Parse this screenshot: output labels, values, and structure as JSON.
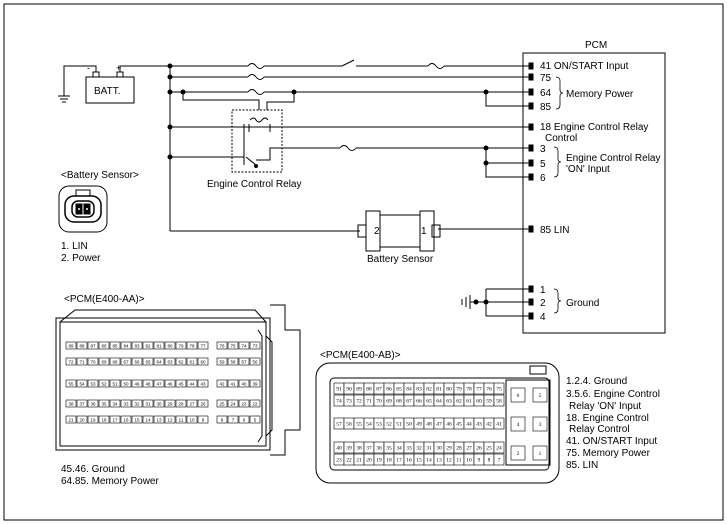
{
  "pcm": {
    "title": "PCM",
    "pins": [
      {
        "label": "41 ON/START Input"
      },
      {
        "label": "75"
      },
      {
        "label": "64"
      },
      {
        "label": "85"
      },
      {
        "label": "18 Engine Control Relay"
      },
      {
        "label": "Control"
      },
      {
        "label": "3"
      },
      {
        "label": "5"
      },
      {
        "label": "6"
      },
      {
        "label": "85 LIN"
      },
      {
        "label": "1"
      },
      {
        "label": "2"
      },
      {
        "label": "4"
      }
    ],
    "groups": {
      "memory_power": "Memory Power",
      "ecr_on_input_1": "Engine Control Relay",
      "ecr_on_input_2": "'ON' Input",
      "ground": "Ground"
    }
  },
  "battery": {
    "label": "BATT."
  },
  "relay": {
    "label": "Engine Control Relay"
  },
  "battery_sensor_conn": {
    "label": "Battery Sensor",
    "pin_left": "2",
    "pin_right": "1"
  },
  "battery_sensor_connector": {
    "title": "<Battery Sensor>",
    "legend": [
      "1. LIN",
      "2. Power"
    ]
  },
  "pcm_aa": {
    "title": "<PCM(E400-AA)>",
    "rows": [
      [
        "89",
        "88",
        "87",
        "86",
        "85",
        "84",
        "83",
        "82",
        "81",
        "80",
        "79",
        "78",
        "77",
        "76",
        "75",
        "74",
        "73"
      ],
      [
        "72",
        "71",
        "70",
        "69",
        "68",
        "67",
        "66",
        "65",
        "64",
        "63",
        "62",
        "61",
        "60",
        "59",
        "58",
        "57",
        "56"
      ],
      [
        "55",
        "54",
        "53",
        "52",
        "51",
        "50",
        "49",
        "48",
        "47",
        "46",
        "45",
        "44",
        "43",
        "42",
        "41",
        "40",
        "39"
      ],
      [
        "38",
        "37",
        "36",
        "35",
        "34",
        "33",
        "32",
        "31",
        "30",
        "29",
        "28",
        "27",
        "26",
        "25",
        "24",
        "23",
        "22"
      ],
      [
        "21",
        "20",
        "19",
        "18",
        "17",
        "16",
        "15",
        "14",
        "13",
        "12",
        "11",
        "10",
        "9",
        "8",
        "7",
        "6",
        "5"
      ]
    ],
    "legend": [
      "45.46. Ground",
      "64.85. Memory Power"
    ]
  },
  "pcm_ab": {
    "title": "<PCM(E400-AB)>",
    "rows": [
      [
        "91",
        "90",
        "89",
        "88",
        "87",
        "86",
        "85",
        "84",
        "83",
        "82",
        "81",
        "80",
        "79",
        "78",
        "77",
        "76",
        "75"
      ],
      [
        "74",
        "73",
        "72",
        "71",
        "70",
        "69",
        "68",
        "67",
        "66",
        "65",
        "64",
        "63",
        "62",
        "61",
        "60",
        "59",
        "58"
      ],
      [
        "57",
        "56",
        "55",
        "54",
        "53",
        "52",
        "51",
        "50",
        "49",
        "48",
        "47",
        "46",
        "45",
        "44",
        "43",
        "42",
        "41"
      ],
      [
        "40",
        "39",
        "38",
        "37",
        "36",
        "35",
        "34",
        "33",
        "32",
        "31",
        "30",
        "29",
        "28",
        "27",
        "26",
        "25",
        "24"
      ],
      [
        "23",
        "22",
        "21",
        "20",
        "19",
        "18",
        "17",
        "16",
        "15",
        "14",
        "13",
        "12",
        "11",
        "10",
        "9",
        "8",
        "7"
      ]
    ],
    "big_pins": [
      "6",
      "5",
      "4",
      "3",
      "2",
      "1"
    ],
    "legend": [
      "1.2.4. Ground",
      "3.5.6. Engine Control",
      "Relay 'ON' Input",
      "18. Engine Control",
      "Relay Control",
      "41. ON/START Input",
      "75. Memory Power",
      "85. LIN"
    ]
  }
}
